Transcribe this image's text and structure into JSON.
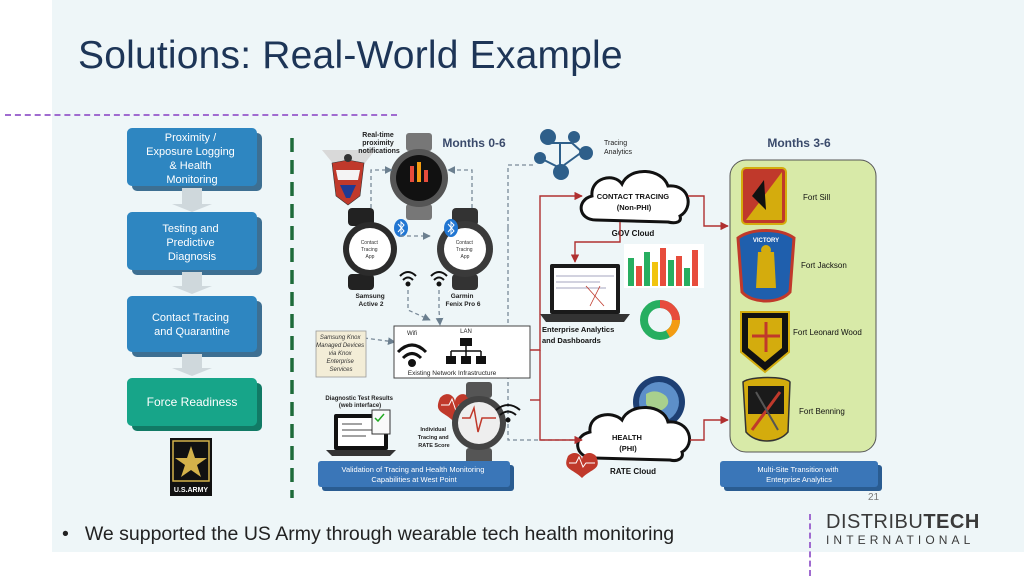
{
  "slide": {
    "title": "Solutions: Real-World Example",
    "bullet": "We supported the US Army through wearable tech health monitoring",
    "page_number": "21",
    "logo": {
      "line1_a": "DISTRIBU",
      "line1_b": "TECH",
      "line2": "INTERNATIONAL"
    }
  },
  "steps": [
    {
      "lines": [
        "Proximity /",
        "Exposure Logging",
        "& Health",
        "Monitoring"
      ]
    },
    {
      "lines": [
        "Testing and",
        "Predictive",
        "Diagnosis"
      ]
    },
    {
      "lines": [
        "Contact Tracing",
        "and Quarantine"
      ]
    },
    {
      "lines": [
        "Force Readiness"
      ]
    }
  ],
  "army_logo_text": "U.S.ARMY",
  "diagram": {
    "months_0_6": "Months 0-6",
    "months_3_6": "Months 3-6",
    "realtime": [
      "Real-time",
      "proximity",
      "notifications"
    ],
    "tracing_analytics": [
      "Tracing",
      "Analytics"
    ],
    "contact_tracing": [
      "CONTACT TRACING",
      "(Non-PHI)"
    ],
    "gov_cloud": "GOV Cloud",
    "samsung": [
      "Samsung",
      "Active 2"
    ],
    "garmin": [
      "Garmin",
      "Fenix Pro 6"
    ],
    "watch_app": [
      "Contact",
      "Tracing",
      "App"
    ],
    "enterprise_analytics": [
      "Enterprise Analytics",
      "and Dashboards"
    ],
    "managed": [
      "Samsung Knox",
      "Managed Devices",
      "via Knox",
      "Enterprise",
      "Services"
    ],
    "wifi": "Wifi",
    "lan": "LAN",
    "existing_network": "Existing Network Infrastructure",
    "diagnostic": [
      "Diagnostic Test Results",
      "(web interface)"
    ],
    "individual": [
      "Individual",
      "Tracing and",
      "RATE Score"
    ],
    "health": [
      "HEALTH",
      "(PHI)"
    ],
    "rate_cloud": "RATE Cloud",
    "validation": [
      "Validation of Tracing and Health Monitoring",
      "Capabilities at West Point"
    ],
    "multisite": [
      "Multi-Site Transition with",
      "Enterprise Analytics"
    ],
    "forts": [
      "Fort Sill",
      "Fort Jackson",
      "Fort Leonard Wood",
      "Fort Benning"
    ],
    "victory": "VICTORY"
  },
  "colors": {
    "title": "#1d3557",
    "step_fill": "#2e86c1",
    "step_green": "#17a589",
    "fort_panel": "#d8eaa8",
    "arrow_red": "#b03030",
    "dashed_purple": "#a06bd0",
    "banner": "#3a76b8"
  }
}
